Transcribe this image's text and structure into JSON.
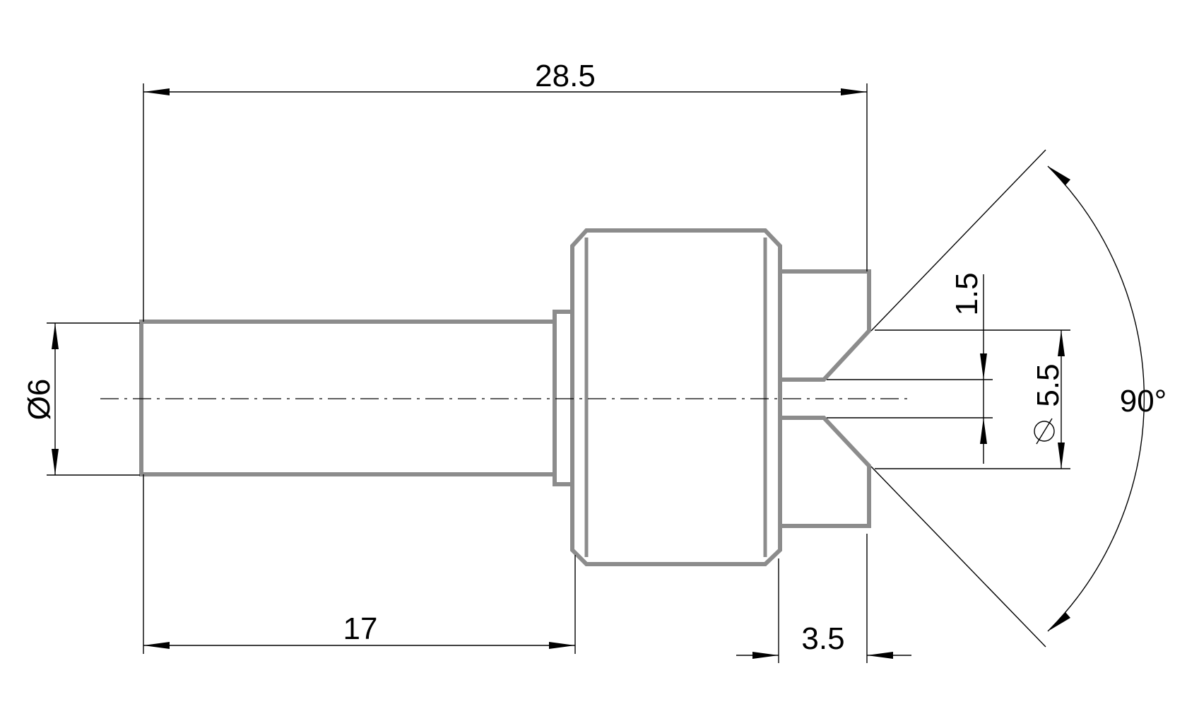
{
  "dimensions": {
    "overall_length": "28.5",
    "shank_length": "17",
    "tip_length": "3.5",
    "shank_diameter": "Ø6",
    "bore_diameter": "1.5",
    "cone_diameter": "5.5",
    "cone_angle": "90°"
  }
}
